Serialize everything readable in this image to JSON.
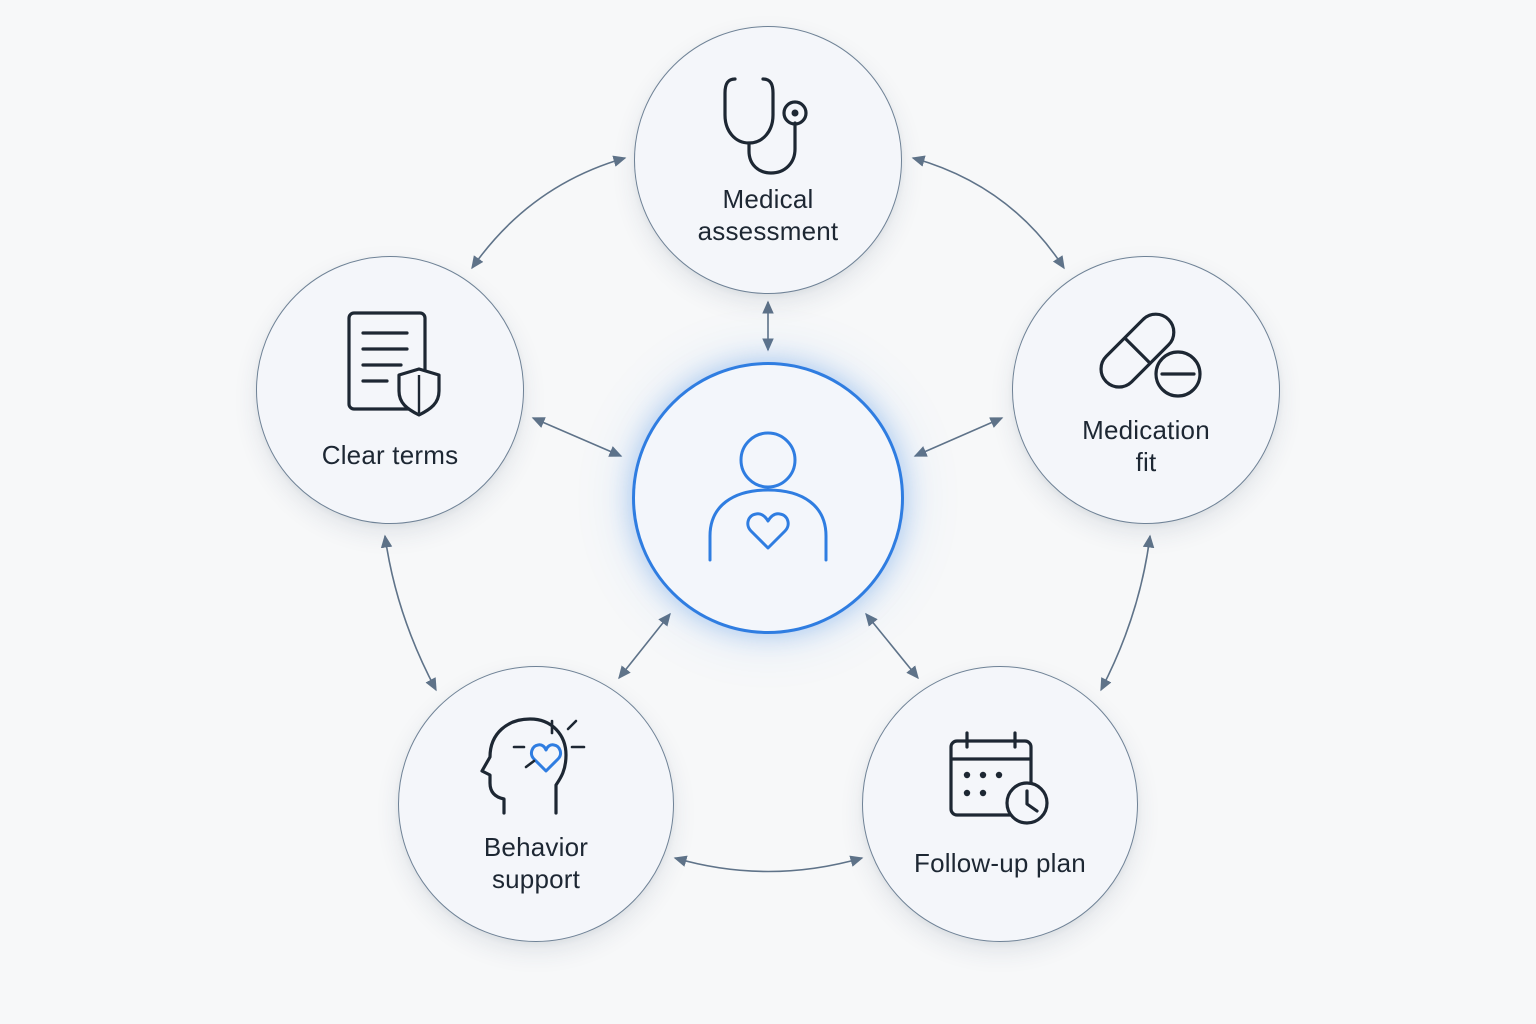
{
  "diagram": {
    "center": {
      "icon": "person-heart-icon",
      "accent_color": "#2f7de1"
    },
    "nodes": [
      {
        "id": "medical-assessment",
        "label": "Medical\nassessment",
        "icon": "stethoscope-icon"
      },
      {
        "id": "medication-fit",
        "label": "Medication\nfit",
        "icon": "pill-icon"
      },
      {
        "id": "follow-up-plan",
        "label": "Follow-up plan",
        "icon": "calendar-clock-icon"
      },
      {
        "id": "behavior-support",
        "label": "Behavior\nsupport",
        "icon": "head-heart-icon"
      },
      {
        "id": "clear-terms",
        "label": "Clear terms",
        "icon": "document-shield-icon"
      }
    ],
    "line_color": "#5f7389",
    "node_border_color": "#6f8296"
  }
}
